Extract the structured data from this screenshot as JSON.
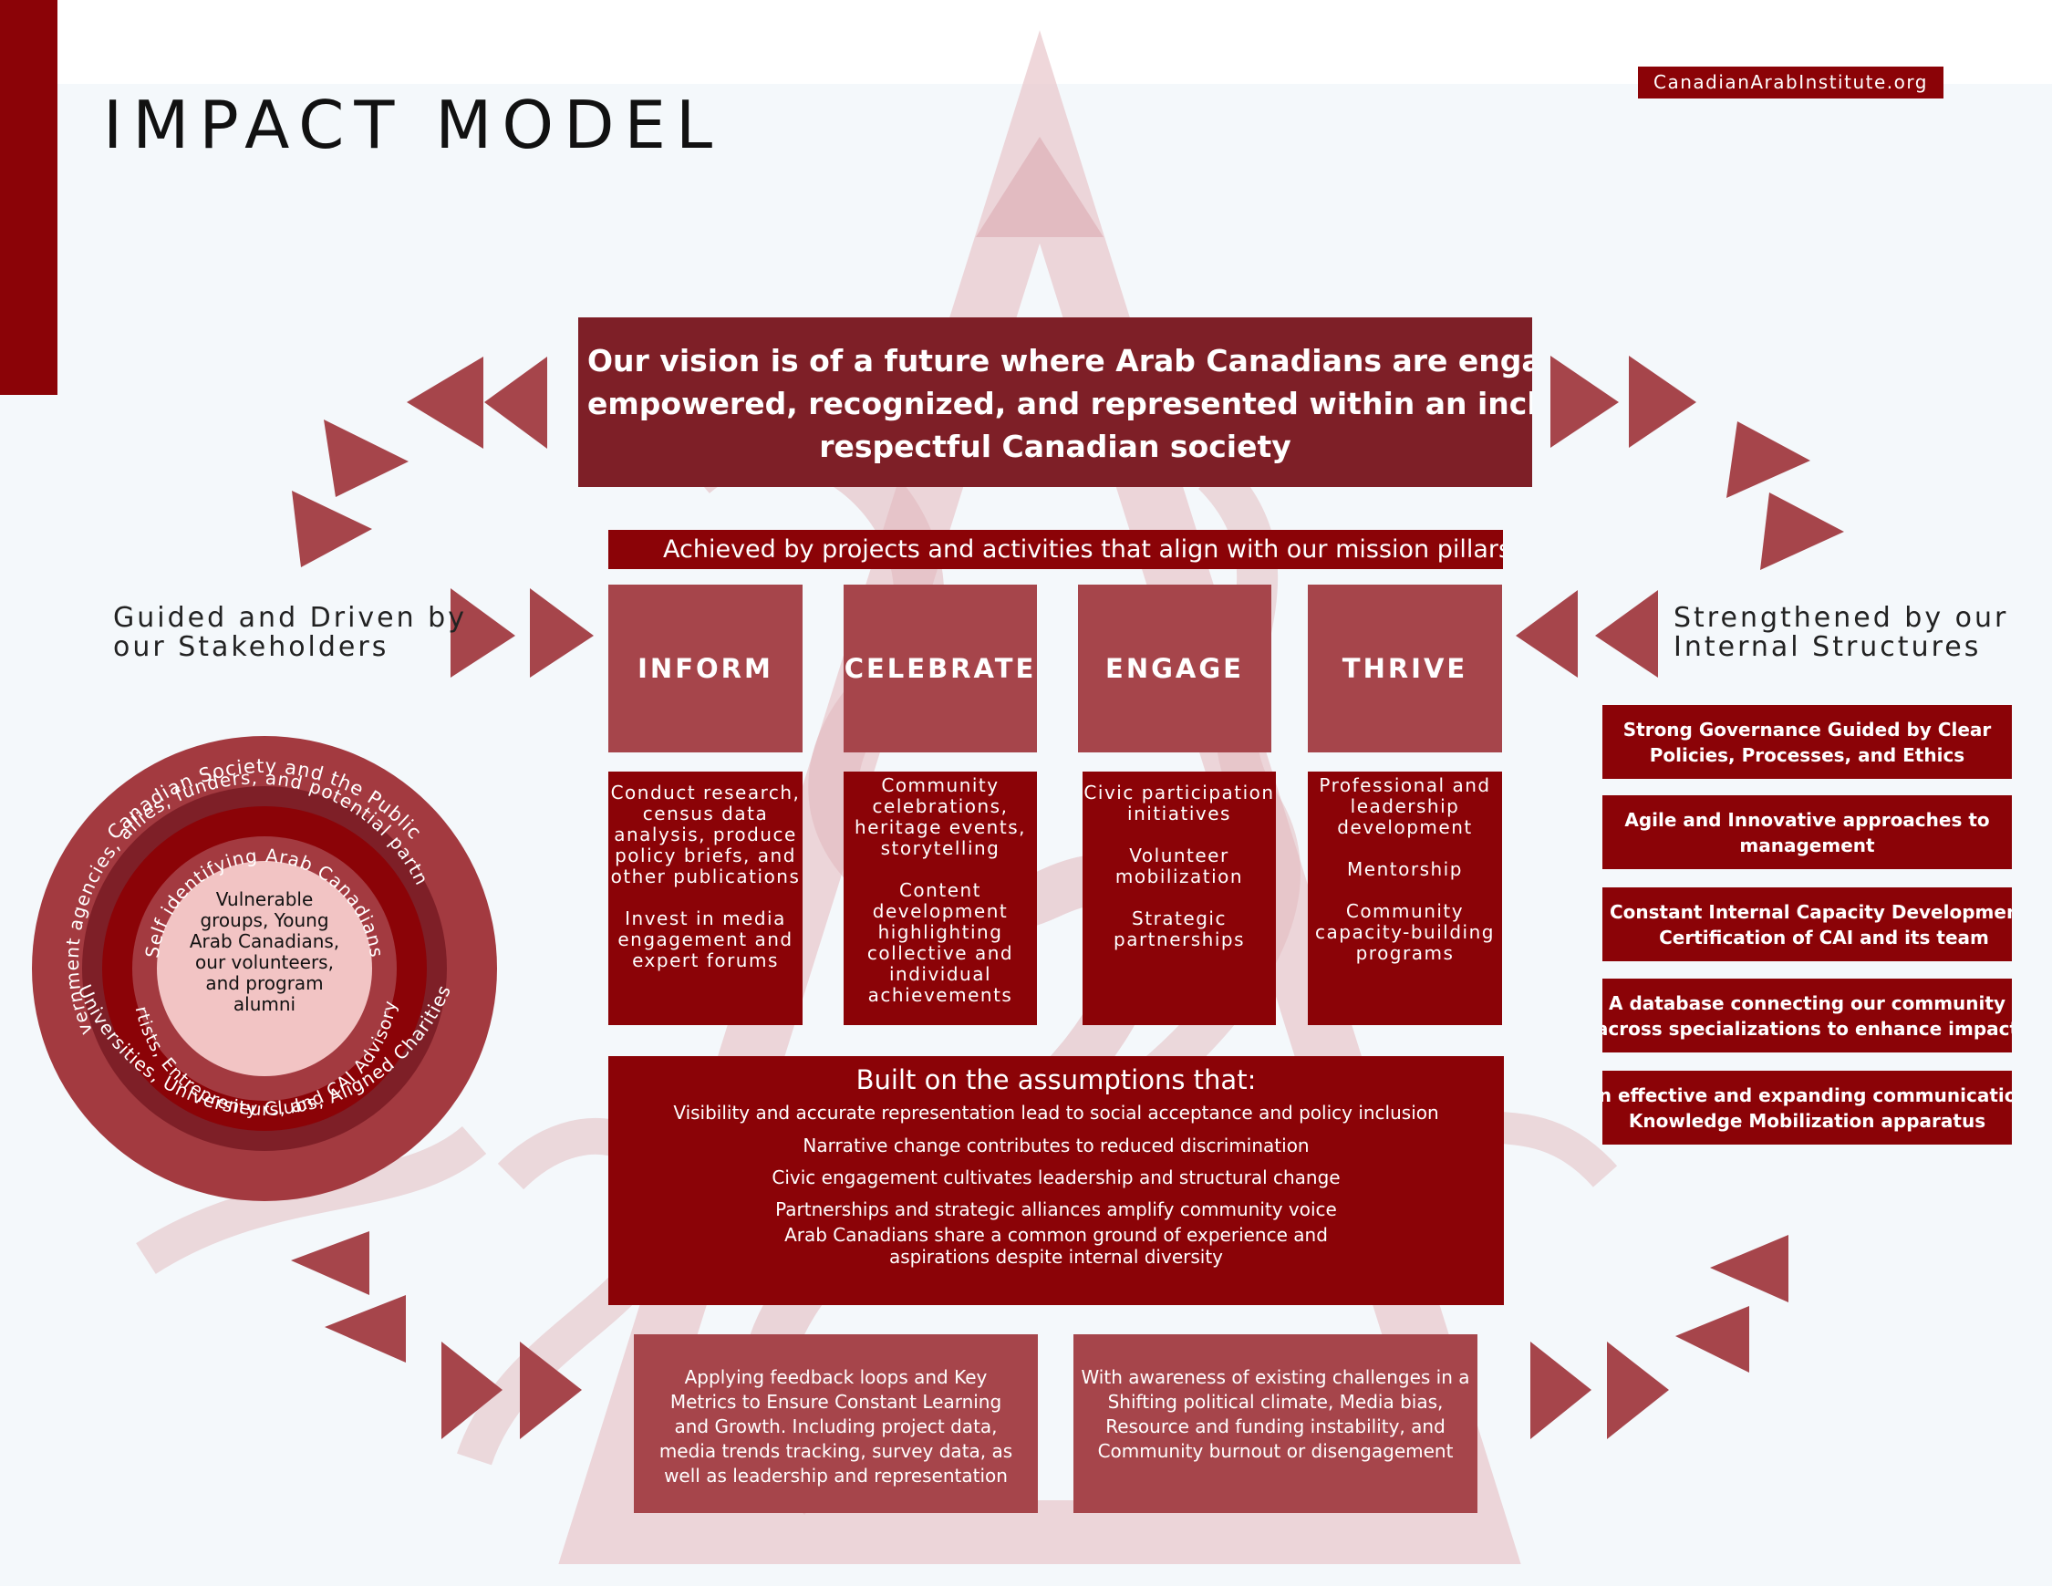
{
  "header": {
    "title": "IMPACT MODEL",
    "website": "CanadianArabInstitute.org"
  },
  "vision": {
    "lines": [
      "Our vision is of a future where Arab Canadians are engaged,",
      "empowered, recognized, and represented within an inclusive a",
      "respectful Canadian society"
    ]
  },
  "achieved_banner": "Achieved by projects and activities that align with our mission pillars",
  "stakeholders": {
    "label_lines": [
      "Guided and Driven by",
      "our Stakeholders"
    ],
    "rings": [
      "Canadian Society and the Public",
      "Government agencies, allies, funders, and potential partners",
      "Universities, University Clubs, Aligned Charities",
      "Self identifying Arab Canadians",
      "Academics, Artists, Entrepreneurs, and CAI Advisory Committees"
    ],
    "core_lines": [
      "Vulnerable",
      "groups, Young",
      "Arab Canadians,",
      "our volunteers,",
      "and program",
      "alumni"
    ]
  },
  "pillars": [
    {
      "name": "INFORM",
      "description": [
        "Conduct research,",
        "census data",
        "analysis, produce",
        "policy briefs, and",
        "other publications",
        "",
        "Invest in media",
        "engagement and",
        "expert forums"
      ]
    },
    {
      "name": "CELEBRATE",
      "description": [
        "Community",
        "celebrations,",
        "heritage events,",
        "storytelling",
        "",
        "Content",
        "development",
        "highlighting",
        "collective and",
        "individual",
        "achievements"
      ]
    },
    {
      "name": "ENGAGE",
      "description": [
        "Civic participation",
        "initiatives",
        "",
        "Volunteer",
        "mobilization",
        "",
        "Strategic",
        "partnerships"
      ]
    },
    {
      "name": "THRIVE",
      "description": [
        "Professional and",
        "leadership",
        "development",
        "",
        "Mentorship",
        "",
        "Community",
        "capacity-building",
        "programs"
      ]
    }
  ],
  "internal": {
    "label_lines": [
      "Strengthened by our",
      "Internal Structures"
    ],
    "items": [
      [
        "Strong Governance Guided by Clear",
        "Policies, Processes, and Ethics"
      ],
      [
        "Agile and Innovative approaches to",
        "management"
      ],
      [
        "Constant Internal Capacity Development and",
        "Certification of CAI and its team"
      ],
      [
        "A database connecting our community",
        "across specializations to enhance impact"
      ],
      [
        "An effective and expanding communication",
        "Knowledge Mobilization apparatus"
      ]
    ]
  },
  "assumptions": {
    "title": "Built on the assumptions that:",
    "items": [
      "Visibility and accurate representation lead to social acceptance and policy inclusion",
      "Narrative change contributes to reduced discrimination",
      "Civic engagement cultivates leadership and structural change",
      "Partnerships and strategic alliances amplify community voice",
      "Arab Canadians share a common ground of experience and",
      "aspirations despite internal diversity"
    ]
  },
  "feedback": {
    "lines": [
      "Applying feedback loops and Key",
      "Metrics to Ensure Constant Learning",
      "and Growth. Including project data,",
      "media trends tracking, survey data, as",
      "well as leadership and representation"
    ]
  },
  "challenges": {
    "lines": [
      "With awareness of existing challenges in a",
      "Shifting political climate, Media bias,",
      "Resource and funding instability, and",
      "Community burnout or disengagement"
    ]
  },
  "colors": {
    "dark_red": "#8b0307",
    "maroon": "#7e1f27",
    "muted_red": "#a6454b",
    "ring_red": "#a33a40",
    "pale_pink": "#f2c4c4"
  }
}
